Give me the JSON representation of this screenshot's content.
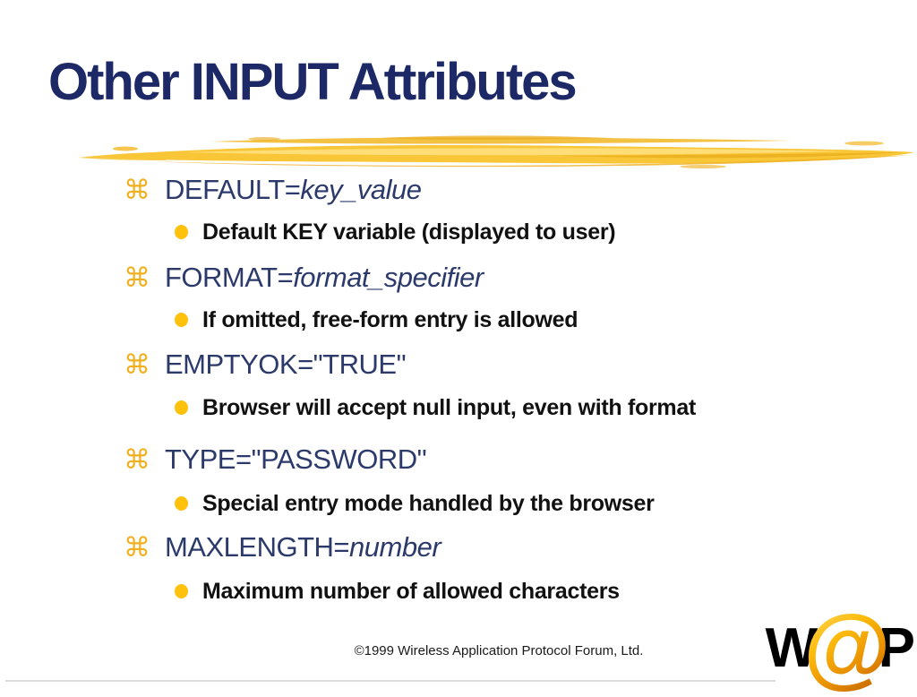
{
  "slide": {
    "title": "Other INPUT Attributes",
    "bullets": [
      {
        "attr": "DEFAULT=",
        "value": "key_value",
        "sub": "Default KEY variable (displayed to user)"
      },
      {
        "attr": "FORMAT=",
        "value": "format_specifier",
        "sub": "If omitted, free-form entry is allowed"
      },
      {
        "attr": "EMPTYOK=\"TRUE\"",
        "value": "",
        "sub": "Browser will accept null input, even with format"
      },
      {
        "attr": "TYPE=\"PASSWORD\"",
        "value": "",
        "sub": "Special entry mode handled by the browser"
      },
      {
        "attr": "MAXLENGTH=",
        "value": "number",
        "sub": "Maximum number of allowed characters"
      }
    ],
    "footer": "©1999 Wireless Application Protocol Forum, Ltd.",
    "logo": {
      "w": "W",
      "at": "@",
      "p": "P"
    }
  },
  "icons": {
    "command": "⌘",
    "bullet_dot": "●"
  },
  "colors": {
    "title_navy": "#1d2966",
    "item_navy": "#2b3a6b",
    "clover_gold": "#f0b01f",
    "dot_gold": "#fec20d",
    "brush_yellow": "#f8c636",
    "brush_highlight": "#ffdf7e",
    "brush_shade": "#ecac18",
    "body_black": "#111111",
    "rule_gray": "#dcdcdc",
    "logo_orange": "#f5a800"
  }
}
